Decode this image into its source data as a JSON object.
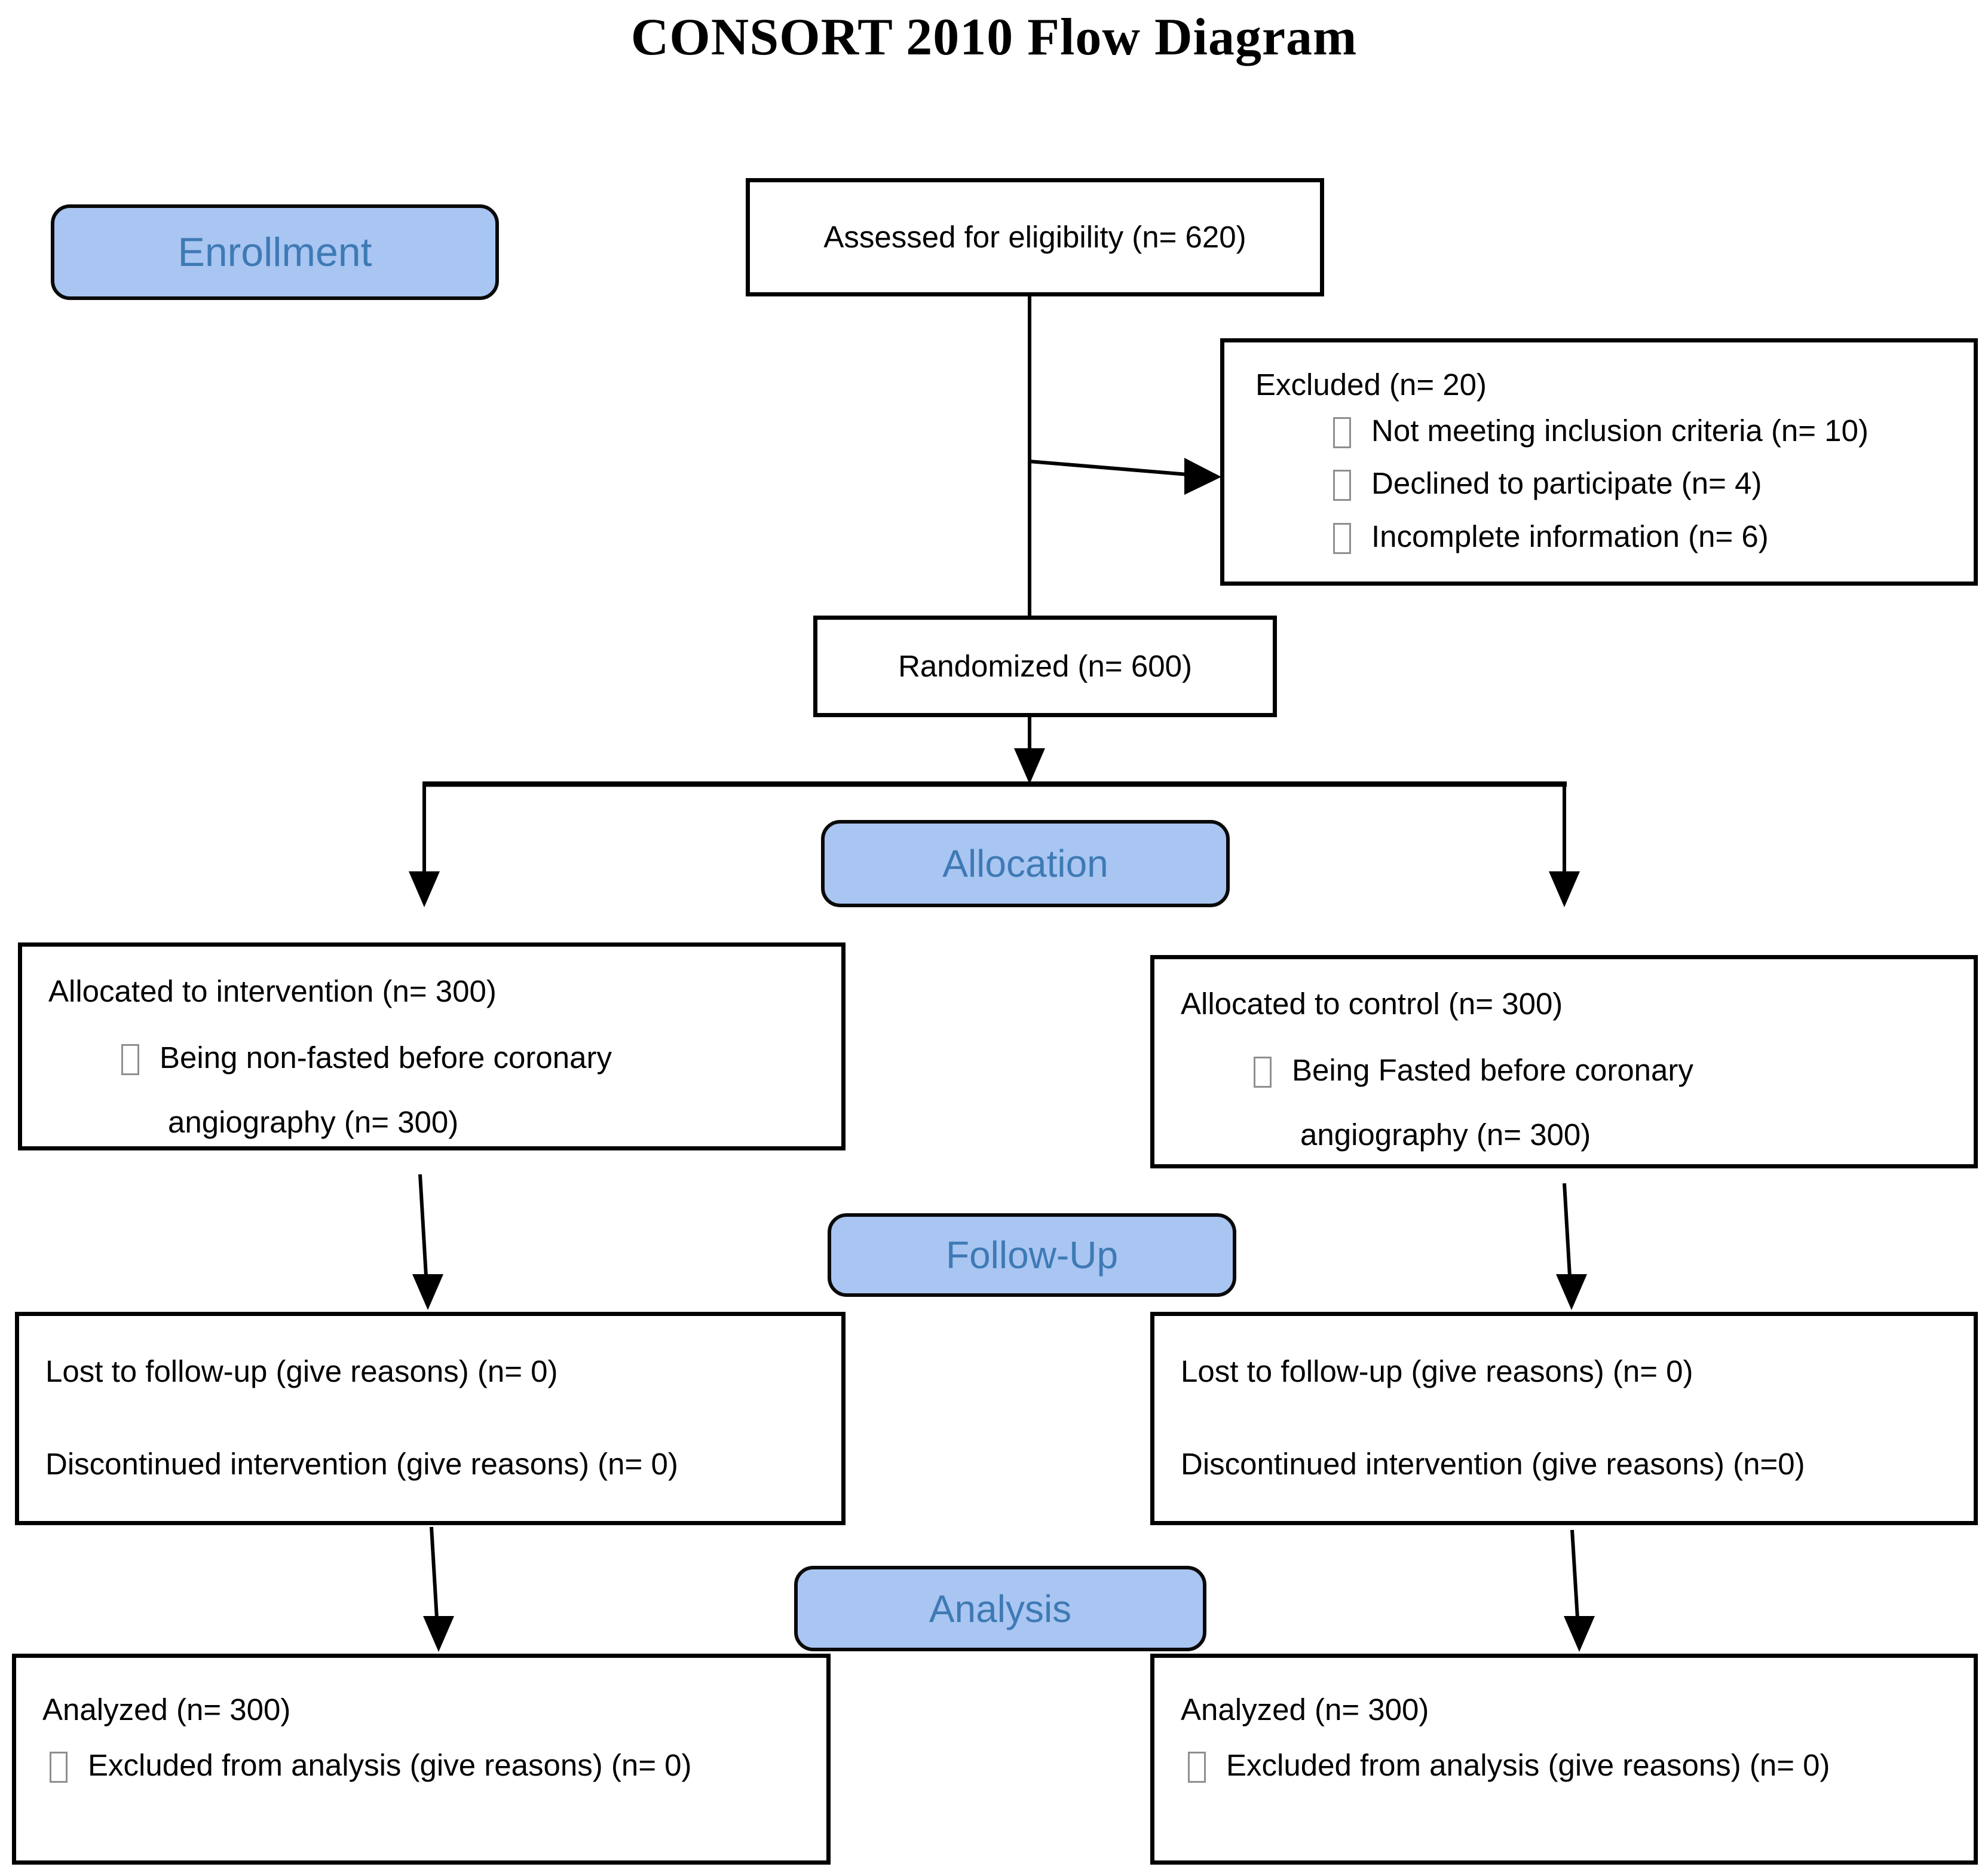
{
  "title": "CONSORT 2010 Flow Diagram",
  "stage_labels": {
    "enrollment": "Enrollment",
    "allocation": "Allocation",
    "followup": "Follow-Up",
    "analysis": "Analysis"
  },
  "enrollment": {
    "assessed": "Assessed for eligibility (n= 620)",
    "excluded": {
      "heading": "Excluded (n= 20)",
      "reasons": [
        "Not meeting inclusion criteria (n= 10)",
        "Declined to participate (n= 4)",
        "Incomplete information (n= 6)"
      ]
    },
    "randomized": "Randomized (n= 600)"
  },
  "allocation": {
    "intervention": {
      "heading": "Allocated to intervention (n= 300)",
      "bullet_line1": "Being non-fasted before coronary",
      "bullet_line2": "angiography (n= 300)"
    },
    "control": {
      "heading": "Allocated to control (n= 300)",
      "bullet_line1": "Being Fasted before coronary",
      "bullet_line2": "angiography (n= 300)"
    }
  },
  "followup": {
    "intervention": {
      "lost": "Lost to follow-up (give reasons) (n= 0)",
      "discontinued": "Discontinued intervention (give reasons) (n= 0)"
    },
    "control": {
      "lost": "Lost to follow-up (give reasons) (n= 0)",
      "discontinued": "Discontinued intervention (give reasons) (n=0)"
    }
  },
  "analysis": {
    "intervention": {
      "analyzed": "Analyzed (n= 300)",
      "excluded": "Excluded from analysis (give reasons) (n= 0)"
    },
    "control": {
      "analyzed": "Analyzed (n= 300)",
      "excluded": "Excluded from analysis (give reasons) (n= 0)"
    }
  },
  "colors": {
    "stage_fill": "#a9c5f1",
    "stage_text": "#3e7ab5",
    "box_border": "#000000",
    "line": "#000000",
    "background": "#ffffff"
  }
}
